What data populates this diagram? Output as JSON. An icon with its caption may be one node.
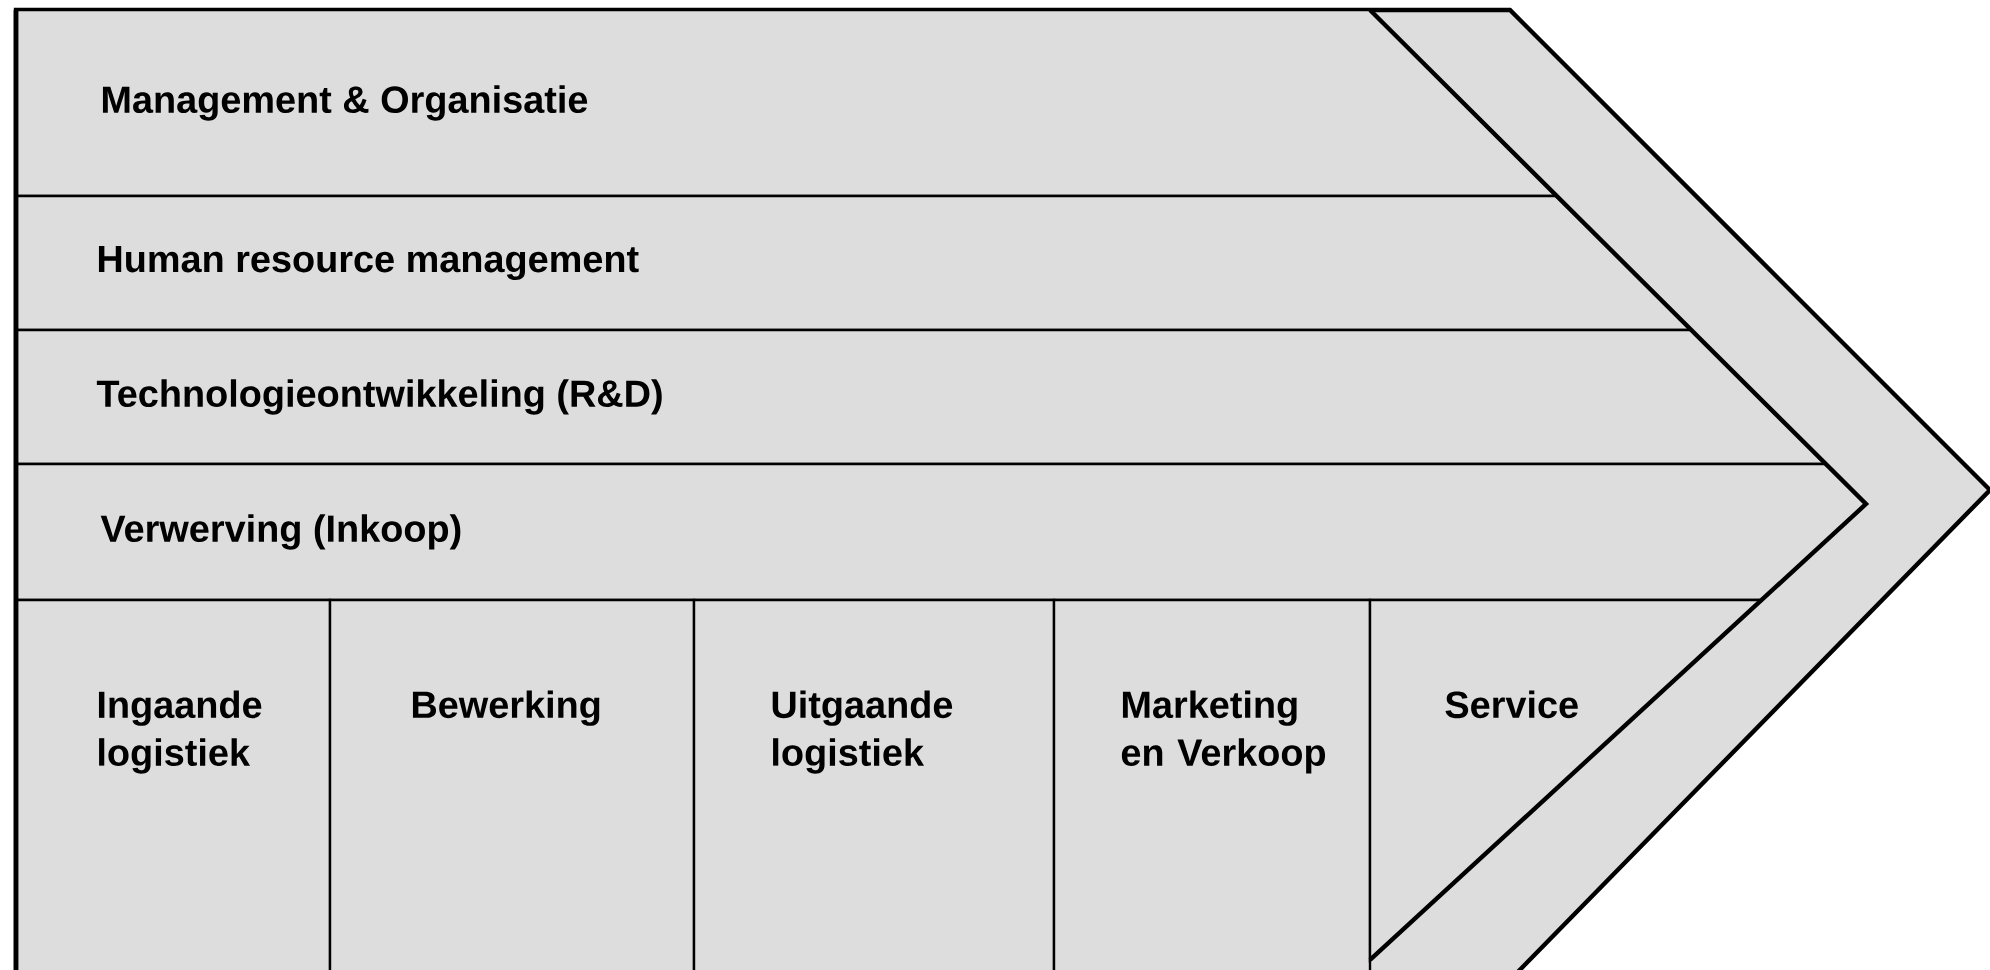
{
  "diagram": {
    "nodes": [
      {
        "text": [
          "Management & Organisatie"
        ]
      },
      {
        "text": [
          "Human resource management"
        ]
      },
      {
        "text": [
          "Technologieontwikkeling (R&D)"
        ]
      },
      {
        "text": [
          "Verwerving (Inkoop)"
        ]
      },
      {
        "text": [
          "Ingaande logistiek"
        ]
      },
      {
        "text": [
          "Bewerking"
        ]
      },
      {
        "text": [
          "Uitgaande logistiek"
        ]
      },
      {
        "text": [
          "Marketing en Verkoop"
        ]
      },
      {
        "text": [
          "Service"
        ]
      }
    ]
  }
}
